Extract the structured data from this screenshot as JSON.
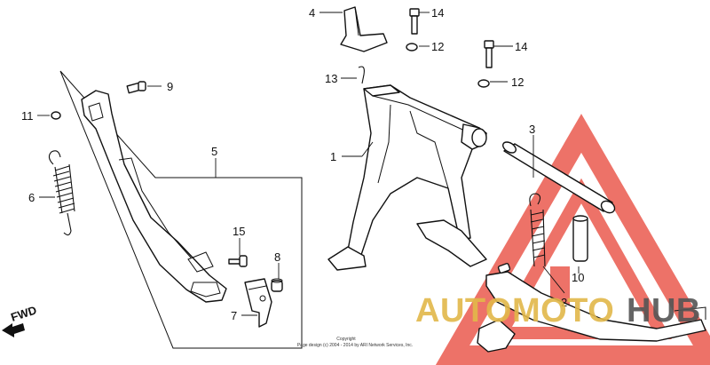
{
  "diagram": {
    "callouts": [
      {
        "id": "c1",
        "label": "1"
      },
      {
        "id": "c2",
        "label": "2"
      },
      {
        "id": "c3",
        "label": "3"
      },
      {
        "id": "c4",
        "label": "4"
      },
      {
        "id": "c5",
        "label": "5"
      },
      {
        "id": "c6",
        "label": "6"
      },
      {
        "id": "c7",
        "label": "7"
      },
      {
        "id": "c8",
        "label": "8"
      },
      {
        "id": "c9",
        "label": "9"
      },
      {
        "id": "c10",
        "label": "10"
      },
      {
        "id": "c11",
        "label": "11"
      },
      {
        "id": "c12a",
        "label": "12"
      },
      {
        "id": "c12b",
        "label": "12"
      },
      {
        "id": "c13",
        "label": "13"
      },
      {
        "id": "c14a",
        "label": "14"
      },
      {
        "id": "c14b",
        "label": "14"
      },
      {
        "id": "c15",
        "label": "15"
      }
    ],
    "fwd_label": "FWD",
    "copyright_line1": "Copyright",
    "copyright_line2": "Page design (c) 2004 - 2014 by ARI Network Services, Inc."
  },
  "watermark": {
    "text_red": "AUTOMOTO",
    "text_grey": "HUB",
    "red_color": "#e8473a",
    "grey_color": "#555555",
    "gold_color": "#e2b84a"
  }
}
